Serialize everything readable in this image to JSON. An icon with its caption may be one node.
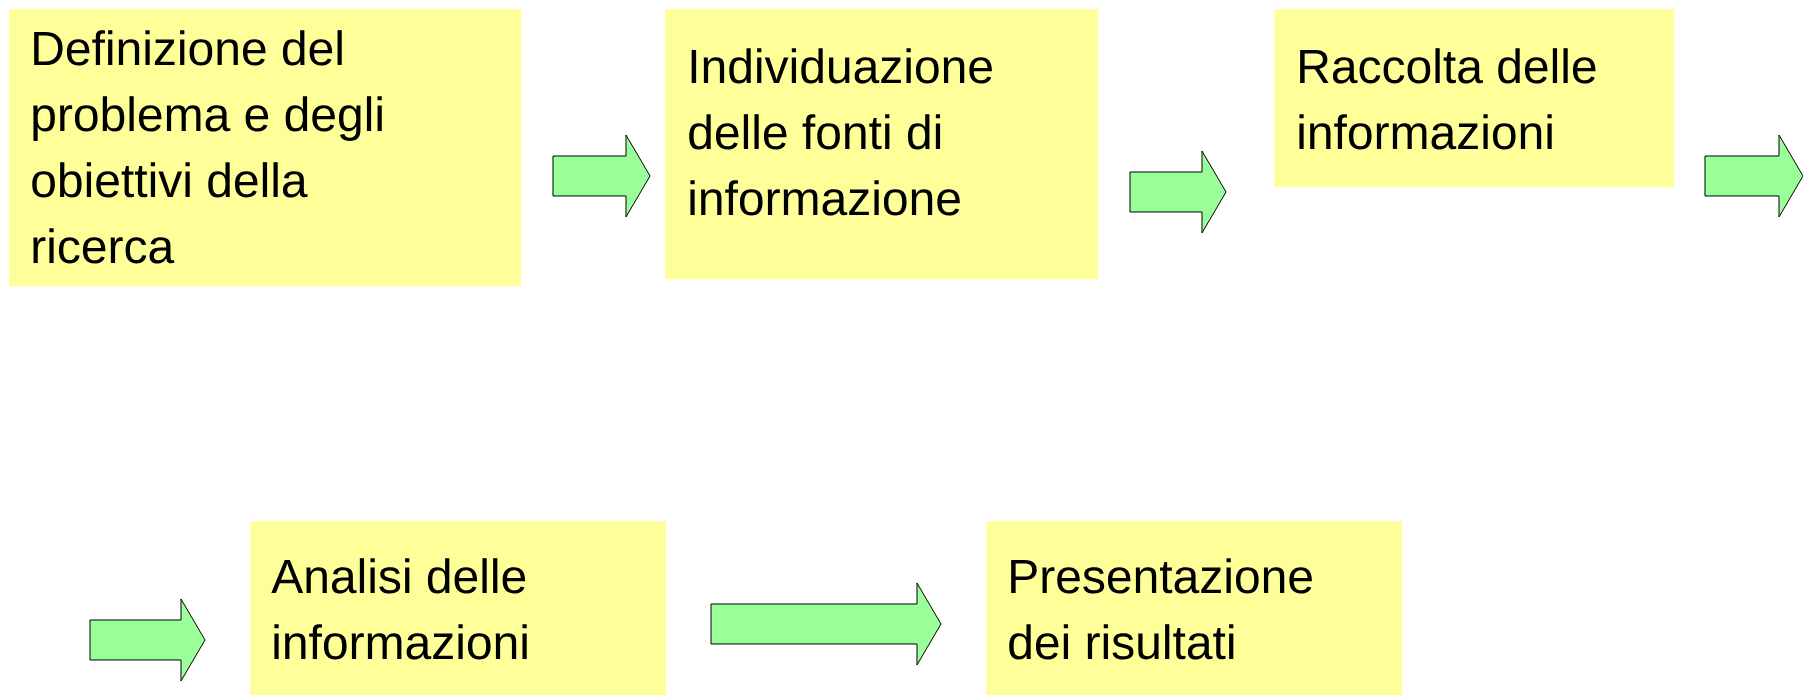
{
  "diagram": {
    "nodes": [
      {
        "text": [
          "Definizione del problema e degli obiettivi della ricerca"
        ]
      },
      {
        "text": [
          "Individuazione delle fonti di informazione"
        ]
      },
      {
        "text": [
          "Raccolta delle informazioni"
        ]
      },
      {
        "text": [
          "Analisi delle informazioni"
        ]
      },
      {
        "text": [
          "Presentazione dei risultati"
        ]
      }
    ],
    "edges": [
      {
        "from": 0,
        "to": 1,
        "arrow": "to"
      },
      {
        "from": 1,
        "to": 2,
        "arrow": "to"
      },
      {
        "from": 2,
        "to": null,
        "arrow": "to"
      },
      {
        "from": null,
        "to": 3,
        "arrow": "to"
      },
      {
        "from": 3,
        "to": 4,
        "arrow": "to"
      }
    ]
  }
}
